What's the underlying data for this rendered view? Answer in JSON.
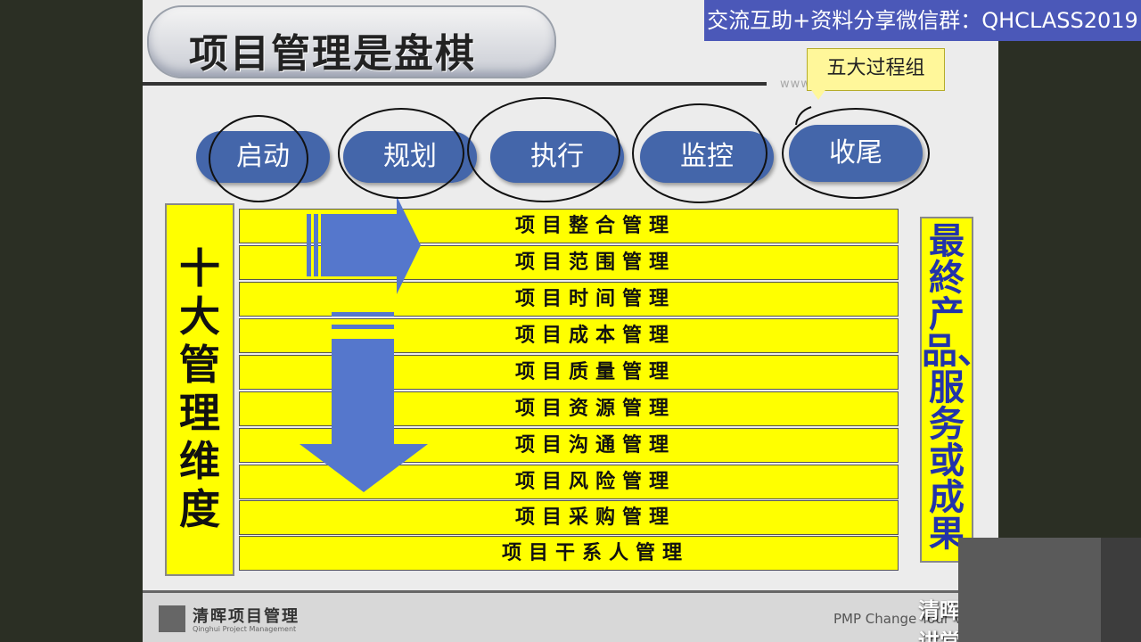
{
  "slide": {
    "title": "项目管理是盘棋",
    "watermark_url": "www.                    om.cn",
    "banner": "交流互助+资料分享微信群：QHCLASS2019",
    "callout": "五大过程组"
  },
  "phases": [
    "启动",
    "规划",
    "执行",
    "监控",
    "收尾"
  ],
  "left_label": "十大管理维度",
  "right_label": "最終产品、服务或成果",
  "knowledge_areas": [
    "项目整合管理",
    "项目范围管理",
    "项目时间管理",
    "项目成本管理",
    "项目质量管理",
    "项目资源管理",
    "项目沟通管理",
    "项目风险管理",
    "项目采购管理",
    "项目干系人管理"
  ],
  "footer": {
    "logo_text": "清晖项目管理",
    "logo_sub": "Qinghui Project Management",
    "slogan": "PMP Change Your V",
    "brand": "清晖大讲堂"
  },
  "colors": {
    "phase": "#4466aa",
    "bar": "#ffff00",
    "banner": "#4b58b8",
    "arrow": "#5577cc"
  }
}
